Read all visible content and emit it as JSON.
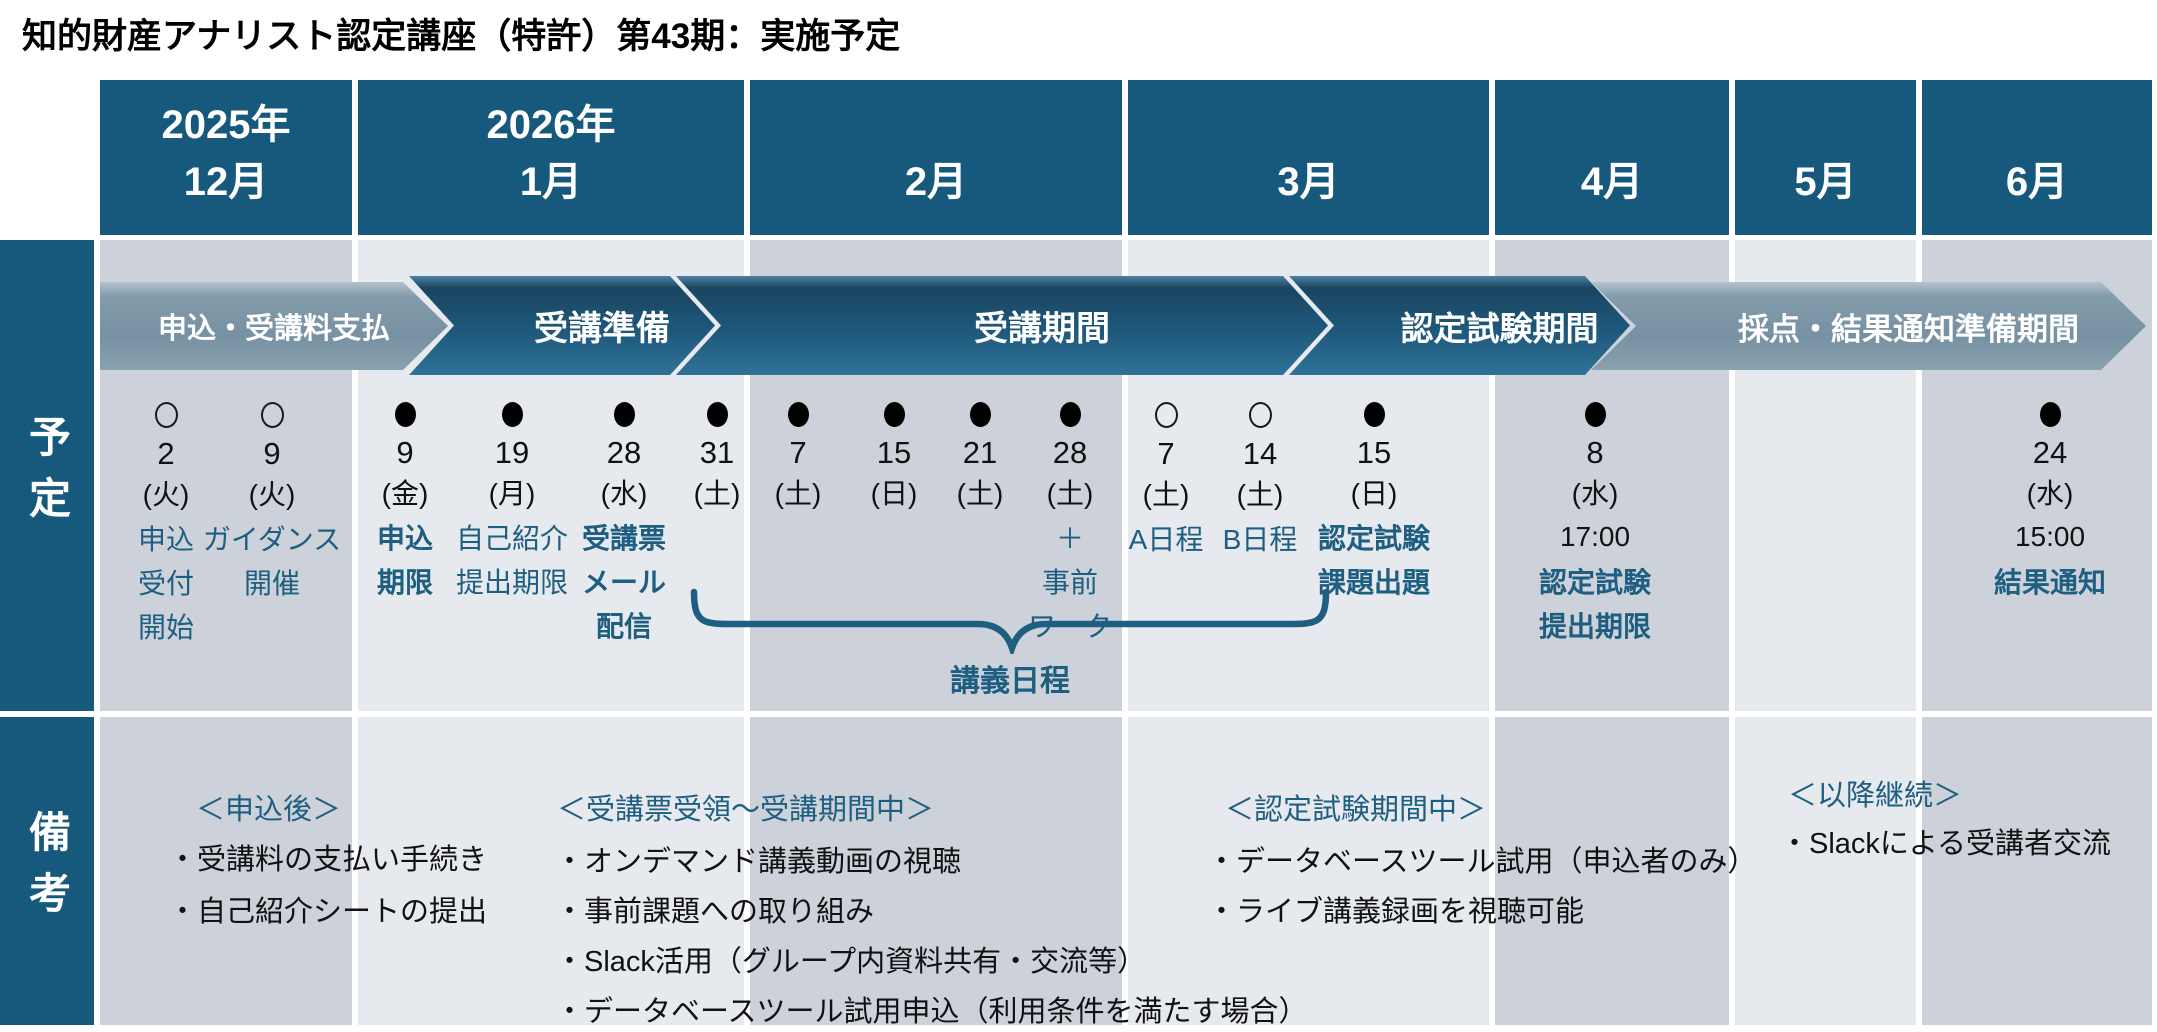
{
  "title": "知的財産アナリスト認定講座（特許）第43期：実施予定",
  "colors": {
    "header_blue": "#16597D",
    "accent_text_blue": "#1E5E81",
    "cell_dark": "#CDD2DA",
    "cell_light": "#E6E9ED",
    "arrow_dark": "#1E587B",
    "arrow_light": "#7E97A8"
  },
  "row_headers": {
    "schedule": "予定",
    "notes": "備考"
  },
  "months": [
    {
      "label": "2025年\n12月"
    },
    {
      "label": "2026年\n1月"
    },
    {
      "label": "2月"
    },
    {
      "label": "3月"
    },
    {
      "label": "4月"
    },
    {
      "label": "5月"
    },
    {
      "label": "6月"
    }
  ],
  "phases": [
    {
      "label": "申込・受講料支払",
      "tone": "light"
    },
    {
      "label": "受講準備",
      "tone": "dark"
    },
    {
      "label": "受講期間",
      "tone": "dark"
    },
    {
      "label": "認定試験期間",
      "tone": "dark"
    },
    {
      "label": "採点・結果通知準備期間",
      "tone": "light"
    }
  ],
  "markers": [
    {
      "month": "2025年12月",
      "dot": "open",
      "day": "2",
      "weekday": "(火)",
      "label": "申込\n受付\n開始",
      "bold": false
    },
    {
      "month": "2025年12月",
      "dot": "open",
      "day": "9",
      "weekday": "(火)",
      "label": "ガイダンス\n開催",
      "bold": false
    },
    {
      "month": "2026年1月",
      "dot": "filled",
      "day": "9",
      "weekday": "(金)",
      "label": "申込\n期限",
      "bold": true
    },
    {
      "month": "2026年1月",
      "dot": "filled",
      "day": "19",
      "weekday": "(月)",
      "label": "自己紹介\n提出期限",
      "bold": false
    },
    {
      "month": "2026年1月",
      "dot": "filled",
      "day": "28",
      "weekday": "(水)",
      "label": "受講票\nメール\n配信",
      "bold": true
    },
    {
      "month": "2026年1月",
      "dot": "filled",
      "day": "31",
      "weekday": "(土)",
      "label": "",
      "bold": false
    },
    {
      "month": "2月",
      "dot": "filled",
      "day": "7",
      "weekday": "(土)",
      "label": "",
      "bold": false
    },
    {
      "month": "2月",
      "dot": "filled",
      "day": "15",
      "weekday": "(日)",
      "label": "",
      "bold": false
    },
    {
      "month": "2月",
      "dot": "filled",
      "day": "21",
      "weekday": "(土)",
      "label": "",
      "bold": false
    },
    {
      "month": "2月",
      "dot": "filled",
      "day": "28",
      "weekday": "(土)",
      "label": "＋\n事前\nワーク",
      "bold": false
    },
    {
      "month": "3月",
      "dot": "open",
      "day": "7",
      "weekday": "(土)",
      "label": "A日程",
      "bold": false
    },
    {
      "month": "3月",
      "dot": "open",
      "day": "14",
      "weekday": "(土)",
      "label": "B日程",
      "bold": false
    },
    {
      "month": "3月",
      "dot": "filled",
      "day": "15",
      "weekday": "(日)",
      "label": "認定試験\n課題出題",
      "bold": true
    },
    {
      "month": "4月",
      "dot": "filled",
      "day": "8",
      "weekday": "(水)",
      "time": "17:00",
      "label": "認定試験\n提出期限",
      "bold": true
    },
    {
      "month": "6月",
      "dot": "filled",
      "day": "24",
      "weekday": "(水)",
      "time": "15:00",
      "label": "結果通知",
      "bold": true
    }
  ],
  "lecture_brace": {
    "label": "講義日程"
  },
  "notes": [
    {
      "heading": "＜申込後＞",
      "items": [
        "・受講料の支払い手続き",
        "・自己紹介シートの提出"
      ]
    },
    {
      "heading": "＜受講票受領～受講期間中＞",
      "items": [
        "・オンデマンド講義動画の視聴",
        "・事前課題への取り組み",
        "・Slack活用（グループ内資料共有・交流等）",
        "・データベースツール試用申込（利用条件を満たす場合）"
      ]
    },
    {
      "heading": "＜認定試験期間中＞",
      "items": [
        "・データベースツール試用（申込者のみ）",
        "・ライブ講義録画を視聴可能"
      ]
    },
    {
      "heading": "＜以降継続＞",
      "items": [
        "・Slackによる受講者交流"
      ]
    }
  ]
}
